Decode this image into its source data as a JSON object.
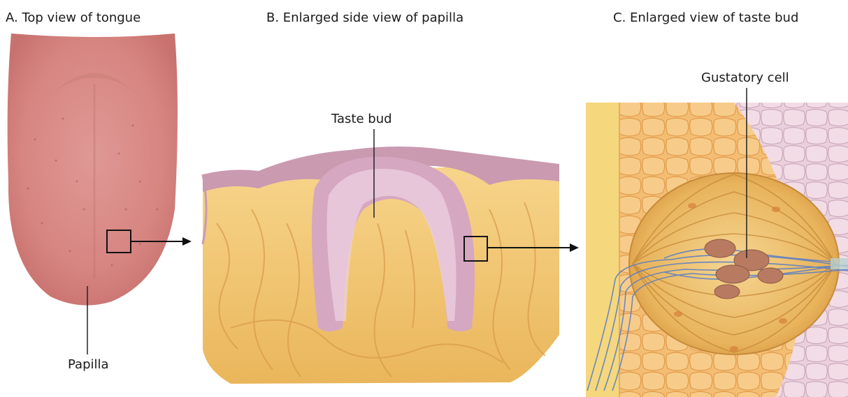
{
  "panels": {
    "a": {
      "title": "A. Top view of tongue",
      "label": "Papilla"
    },
    "b": {
      "title": "B. Enlarged side view of papilla",
      "label": "Taste bud"
    },
    "c": {
      "title": "C. Enlarged view of taste bud",
      "label": "Gustatory cell"
    }
  },
  "colors": {
    "tongue": "#d98f8c",
    "papilla_tissue": "#f1c774",
    "papilla_top": "#c99ab0",
    "bud_outer": "#e9b35a",
    "epithelium": "#f0b46c",
    "nerve": "#5b7fc4",
    "cell": "#b87b62"
  }
}
